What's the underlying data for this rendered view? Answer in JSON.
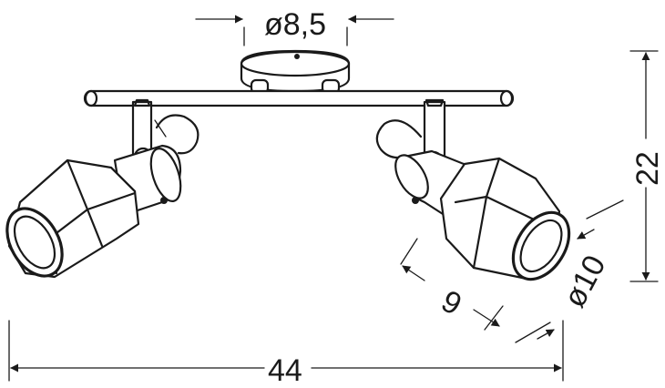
{
  "dimensions": {
    "base_diameter": "ø8,5",
    "height": "22",
    "shade_length": "9",
    "shade_diameter": "ø10",
    "total_width": "44"
  },
  "colors": {
    "line": "#1a1a1a",
    "background": "#ffffff"
  }
}
